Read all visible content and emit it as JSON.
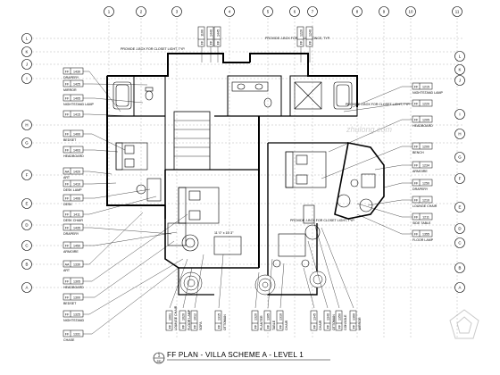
{
  "drawing": {
    "title": "FF PLAN - VILLA SCHEME A - LEVEL 1",
    "title_number": "1",
    "title_sub": "SD",
    "room_label": "11' 0\" x 15' 3\""
  },
  "grid_top": [
    "1",
    "2",
    "3",
    "4",
    "5",
    "6",
    "7",
    "8",
    "9",
    "10",
    "11"
  ],
  "grid_left": [
    "L",
    "K",
    "J",
    "I",
    "H",
    "G",
    "F",
    "E",
    "D",
    "C",
    "B",
    "A"
  ],
  "grid_right": [
    "L",
    "K",
    "J",
    "I",
    "H",
    "G",
    "F",
    "E",
    "D",
    "C",
    "B",
    "A"
  ],
  "notes": {
    "top_left": "PROVIDE J-BOX FOR CLOSET LIGHT, TYP.",
    "top_right": "PROVIDE J-BOX FOR WALL SCONCE, TYP.",
    "mid_right": "PROVIDE J-BOX FOR CLOSET LIGHT, TYP.",
    "bottom_right": "PROVIDE J-BOX FOR CLOSET LIGHT, TYP."
  },
  "left_tags": [
    {
      "code": "FF 1430",
      "label": "DRAPERY"
    },
    {
      "code": "FF 1425",
      "label": "MIRROR"
    },
    {
      "code": "FF 1405",
      "label": "NIGHTSTAND LAMP"
    },
    {
      "code": "FF 1415",
      "label": ""
    },
    {
      "code": "FF 1400",
      "label": "BEDSET"
    },
    {
      "code": "FF 1403",
      "label": "HEADBOARD"
    },
    {
      "code": "AA 1420",
      "label": "ART"
    },
    {
      "code": "FF 1410",
      "label": "DESK LAMP"
    },
    {
      "code": "FF 1406",
      "label": "DESK"
    },
    {
      "code": "FF 1411",
      "label": "DESK CHAIR"
    },
    {
      "code": "FF 1435",
      "label": "DRAPERY"
    },
    {
      "code": "FF 1450",
      "label": "ARMOIRE"
    },
    {
      "code": "AA 1330",
      "label": "ART"
    },
    {
      "code": "FF 1305",
      "label": "HEADBOARD"
    },
    {
      "code": "FF 1300",
      "label": "BEDSET"
    },
    {
      "code": "FF 1325",
      "label": "NIGHTSTAND"
    },
    {
      "code": "FF 1331",
      "label": "CHASE"
    }
  ],
  "right_tags": [
    {
      "code": "FF 1215",
      "label": "NIGHTSTAND LAMP"
    },
    {
      "code": "FF 1220",
      "label": ""
    },
    {
      "code": "FF 1205",
      "label": "HEADBOARD"
    },
    {
      "code": "FF 1200",
      "label": "BENCH"
    },
    {
      "code": "FF 1234",
      "label": "ARMOIRE"
    },
    {
      "code": "FF 1250",
      "label": "DRAPERY"
    },
    {
      "code": "FF 1210",
      "label": "LOUNGE CHAIR"
    },
    {
      "code": "FF 1211",
      "label": "SIDE TABLE"
    },
    {
      "code": "FF 1355",
      "label": "FLOOR LAMP"
    }
  ],
  "top_tags": [
    "FF 1100",
    "FF 1440",
    "FF 1445",
    "FF 1220",
    "FF 1240"
  ],
  "bottom_tags": [
    {
      "code": "FF 1001",
      "label": "LOUNGE CHAIR"
    },
    {
      "code": "FF 1020",
      "label": "FLOOR LAMP"
    },
    {
      "code": "FF 1012",
      "label": "SOFA"
    },
    {
      "code": "FF 1315",
      "label": "OTTOMAN"
    },
    {
      "code": "FF 1320",
      "label": "PLANTER"
    },
    {
      "code": "FF 1305",
      "label": "TABLE"
    },
    {
      "code": "FF 1310",
      "label": "CHAIR"
    },
    {
      "code": "FF 1345",
      "label": "CHAIR"
    },
    {
      "code": "FF 1340",
      "label": "OTTOMAN"
    },
    {
      "code": "FF 1350",
      "label": "CONSOLE"
    },
    {
      "code": "FF 1360",
      "label": "MIRROR"
    }
  ],
  "watermark": {
    "text": "zhulong.com"
  }
}
